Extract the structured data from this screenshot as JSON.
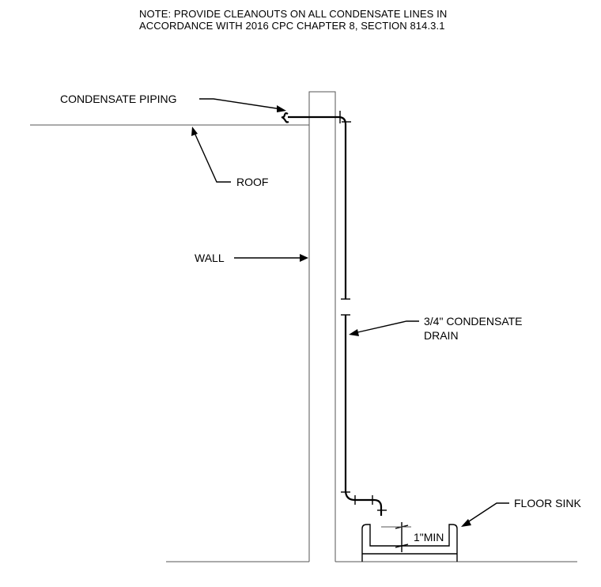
{
  "note": {
    "line1": "NOTE: PROVIDE CLEANOUTS ON ALL CONDENSATE LINES IN",
    "line2": "ACCORDANCE WITH 2016 CPC CHAPTER 8, SECTION 814.3.1"
  },
  "labels": {
    "condensate_piping": "CONDENSATE PIPING",
    "roof": "ROOF",
    "wall": "WALL",
    "drain_line1": "3/4\" CONDENSATE",
    "drain_line2": "DRAIN",
    "floor_sink": "FLOOR SINK",
    "min_gap": "1\"MIN"
  }
}
